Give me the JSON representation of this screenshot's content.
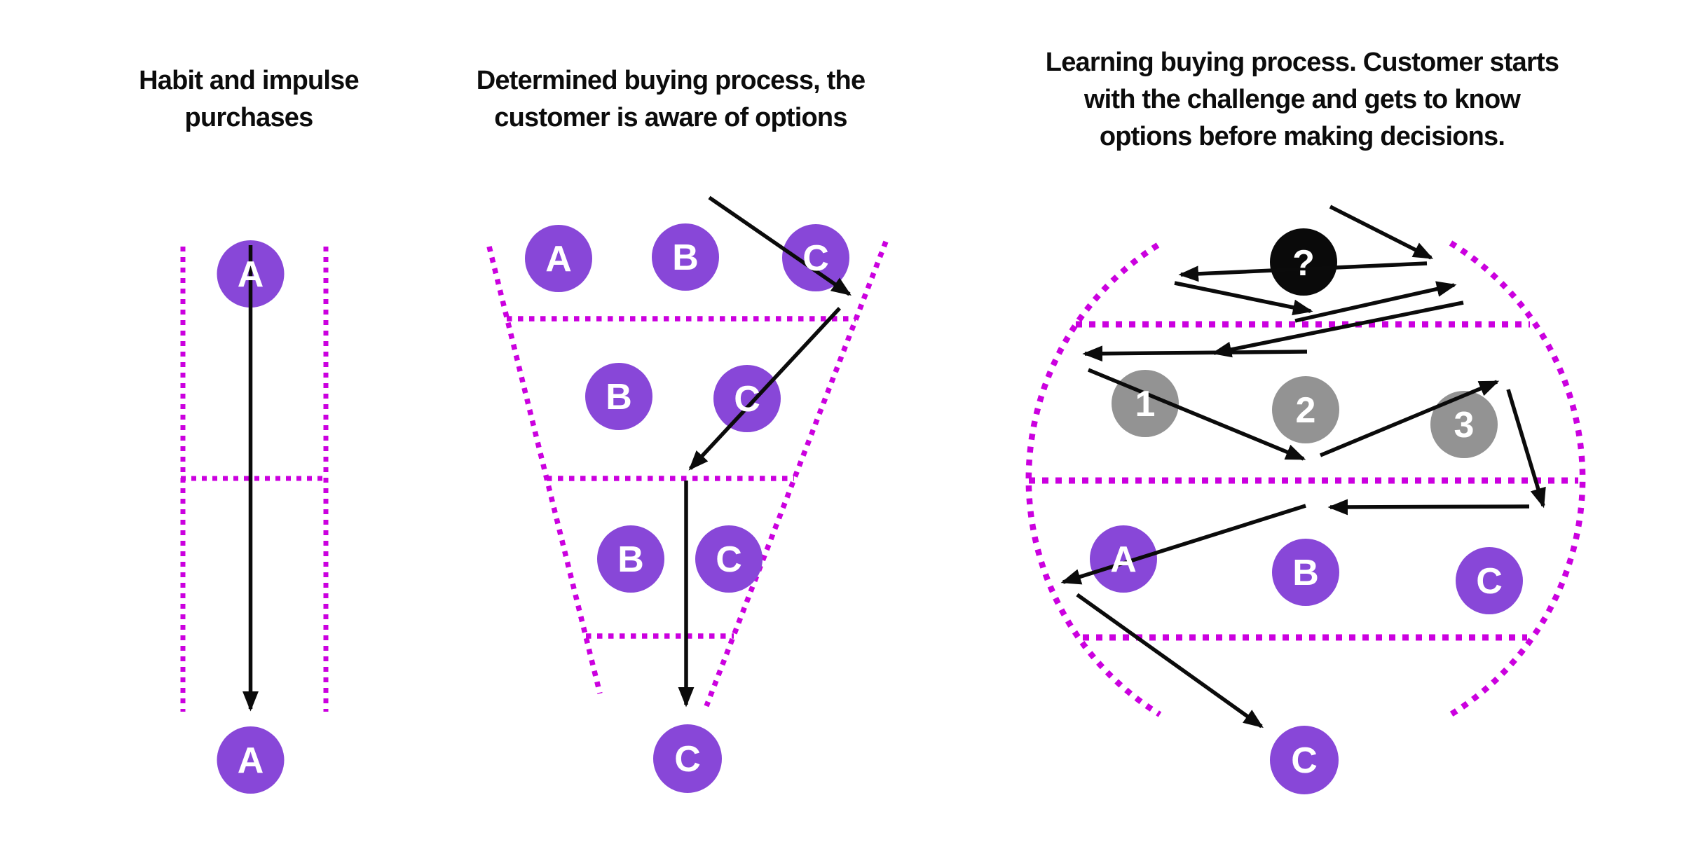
{
  "colors": {
    "background": "#FFFFFF",
    "accent_magenta": "#CB00DF",
    "node_purple": "#8847D8",
    "node_gray": "#939393",
    "node_black": "#0A0A0A",
    "arrow_black": "#0B0B0B",
    "title_text": "#0C0C0C",
    "node_label_text": "#FFFFFF"
  },
  "panels": [
    {
      "id": "habit",
      "title": "Habit and impulse purchases",
      "title_lines": [
        "Habit and impulse",
        "purchases"
      ],
      "nodes": {
        "top": "A",
        "bottom": "A"
      }
    },
    {
      "id": "determined",
      "title": "Determined buying process, the customer is aware of options",
      "title_lines": [
        "Determined buying process, the",
        "customer is aware of options"
      ],
      "nodes": {
        "row1_a": "A",
        "row1_b": "B",
        "row1_c": "C",
        "row2_b": "B",
        "row2_c": "C",
        "row3_b": "B",
        "row3_c": "C",
        "result": "C"
      }
    },
    {
      "id": "learning",
      "title": "Learning buying process. Customer starts with the challenge and gets to know options before making decisions.",
      "title_lines": [
        "Learning buying process. Customer starts",
        "with the challenge and gets to know",
        "options before making decisions."
      ],
      "nodes": {
        "question": "?",
        "step1": "1",
        "step2": "2",
        "step3": "3",
        "opt_a": "A",
        "opt_b": "B",
        "opt_c": "C",
        "result": "C"
      }
    }
  ]
}
